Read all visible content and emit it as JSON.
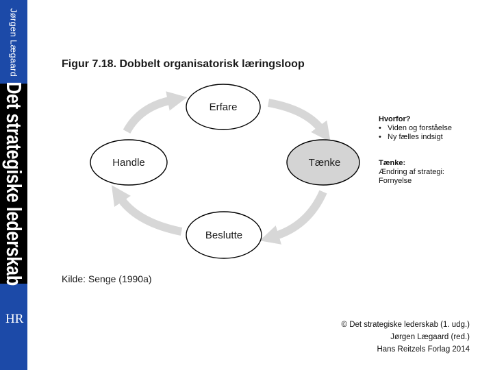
{
  "sidebar": {
    "author": "Jørgen Lægaard",
    "book_title": "Det strategiske lederskab",
    "publisher_logo": "HR",
    "colors": {
      "blue": "#1c4aa8",
      "black": "#000000"
    }
  },
  "figure": {
    "title": "Figur 7.18. Dobbelt organisatorisk læringsloop",
    "nodes": [
      {
        "id": "erfare",
        "label": "Erfare",
        "highlighted": false
      },
      {
        "id": "taenke",
        "label": "Tænke",
        "highlighted": true
      },
      {
        "id": "beslutte",
        "label": "Beslutte",
        "highlighted": false
      },
      {
        "id": "handle",
        "label": "Handle",
        "highlighted": false
      }
    ],
    "edges": [
      {
        "from": "erfare",
        "to": "taenke"
      },
      {
        "from": "taenke",
        "to": "beslutte"
      },
      {
        "from": "beslutte",
        "to": "handle"
      },
      {
        "from": "handle",
        "to": "erfare"
      }
    ],
    "colors": {
      "arrow": "#d7d7d7",
      "highlight_fill": "#d4d4d4",
      "node_fill": "#ffffff"
    }
  },
  "notes": {
    "why_heading": "Hvorfor?",
    "why_items": [
      "Viden og forståelse",
      "Ny fælles indsigt"
    ],
    "think_heading": "Tænke:",
    "think_line1": "Ændring af strategi:",
    "think_line2": "Fornyelse"
  },
  "source": "Kilde: Senge (1990a)",
  "copyright": {
    "line1": "© Det strategiske lederskab (1. udg.)",
    "line2": "Jørgen Lægaard (red.)",
    "line3": "Hans Reitzels Forlag 2014"
  }
}
